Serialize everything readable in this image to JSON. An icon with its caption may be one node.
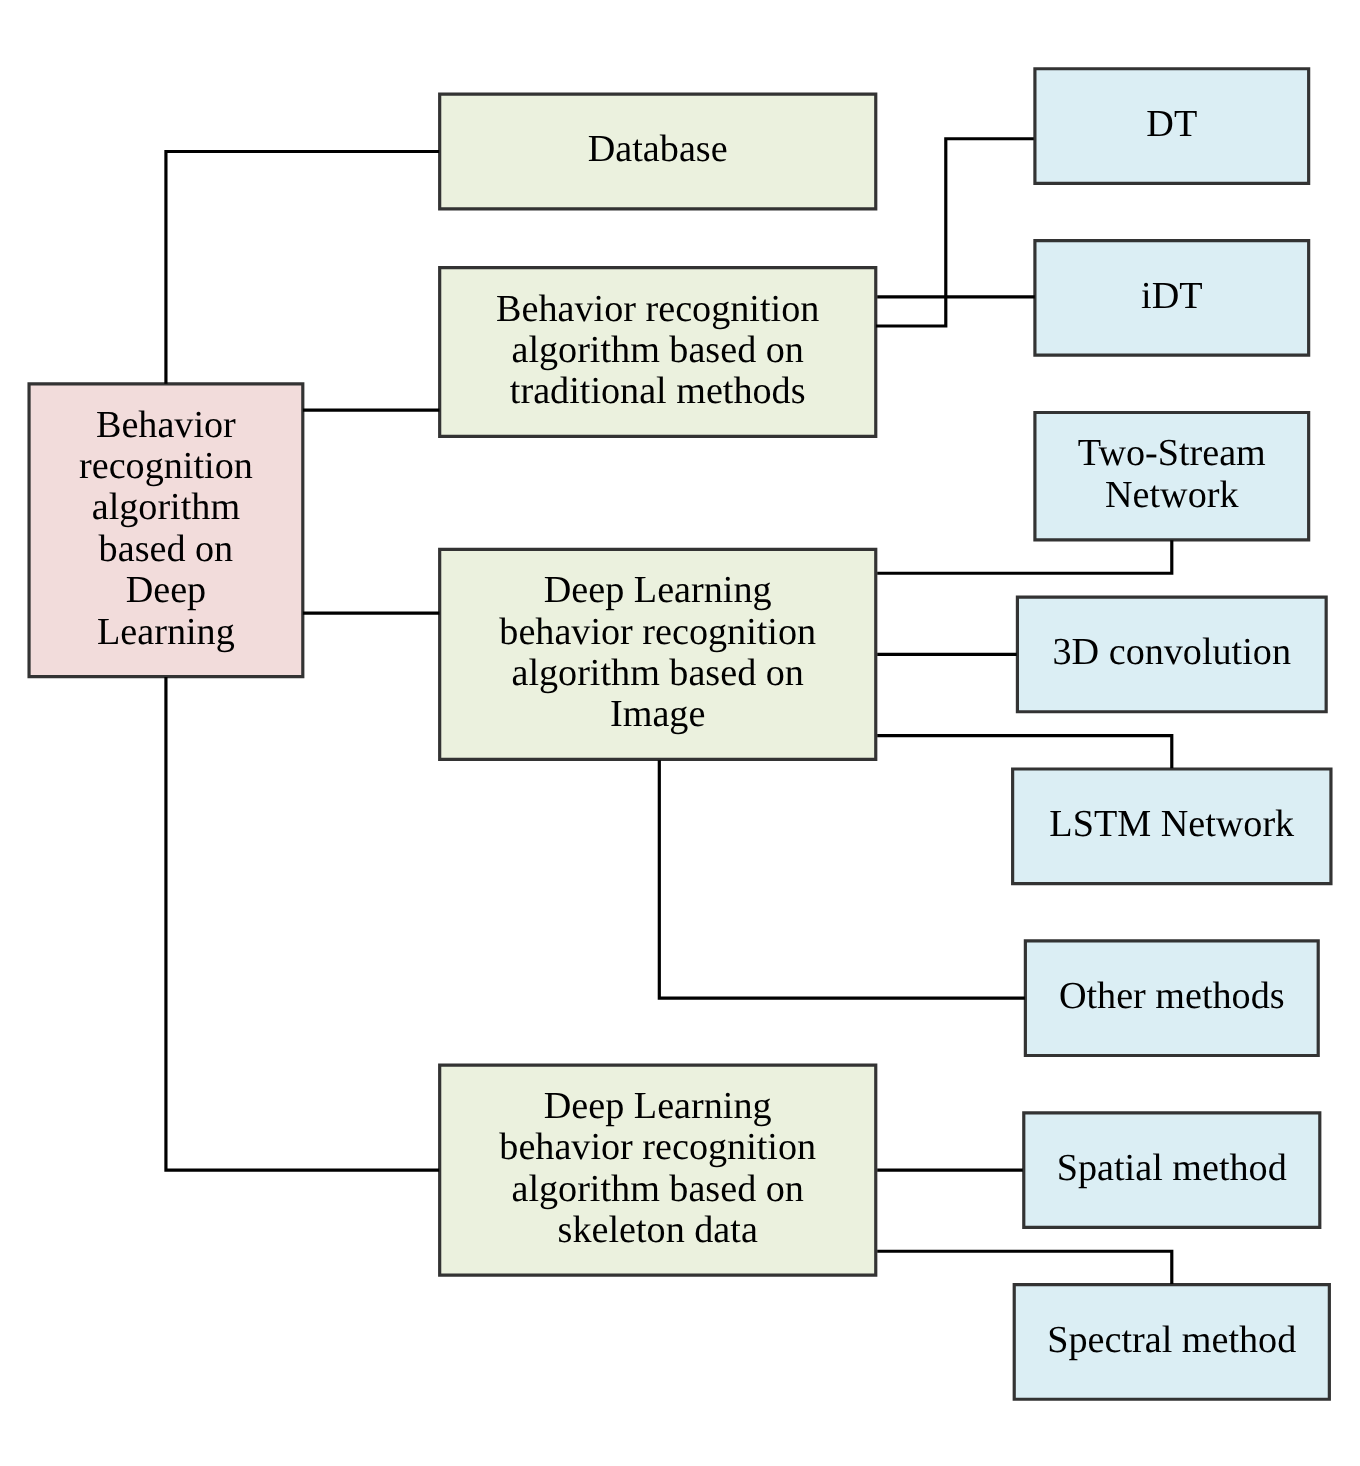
{
  "diagram": {
    "nodes": [
      {
        "text": [
          "Behavior recognition algorithm based on Deep Learning"
        ]
      },
      {
        "text": [
          "Database"
        ]
      },
      {
        "text": [
          "Behavior recognition algorithm based on traditional methods"
        ]
      },
      {
        "text": [
          "Deep Learning behavior recognition algorithm based on Image"
        ]
      },
      {
        "text": [
          "Deep Learning behavior recognition algorithm based on skeleton data"
        ]
      },
      {
        "text": [
          "DT"
        ]
      },
      {
        "text": [
          "iDT"
        ]
      },
      {
        "text": [
          "Two-Stream Network"
        ]
      },
      {
        "text": [
          "3D convolution"
        ]
      },
      {
        "text": [
          "LSTM Network"
        ]
      },
      {
        "text": [
          "Other methods"
        ]
      },
      {
        "text": [
          "Spatial method"
        ]
      },
      {
        "text": [
          "Spectral method"
        ]
      }
    ],
    "edges": [
      {
        "from": 0,
        "to": 1,
        "arrow": "none"
      },
      {
        "from": 0,
        "to": 2,
        "arrow": "none"
      },
      {
        "from": 0,
        "to": 3,
        "arrow": "none"
      },
      {
        "from": 0,
        "to": 4,
        "arrow": "none"
      },
      {
        "from": 2,
        "to": 5,
        "arrow": "none"
      },
      {
        "from": 2,
        "to": 6,
        "arrow": "none"
      },
      {
        "from": 3,
        "to": 7,
        "arrow": "none"
      },
      {
        "from": 3,
        "to": 8,
        "arrow": "none"
      },
      {
        "from": 3,
        "to": 9,
        "arrow": "none"
      },
      {
        "from": 3,
        "to": 10,
        "arrow": "none"
      },
      {
        "from": 4,
        "to": 11,
        "arrow": "none"
      },
      {
        "from": 4,
        "to": 12,
        "arrow": "none"
      }
    ]
  }
}
